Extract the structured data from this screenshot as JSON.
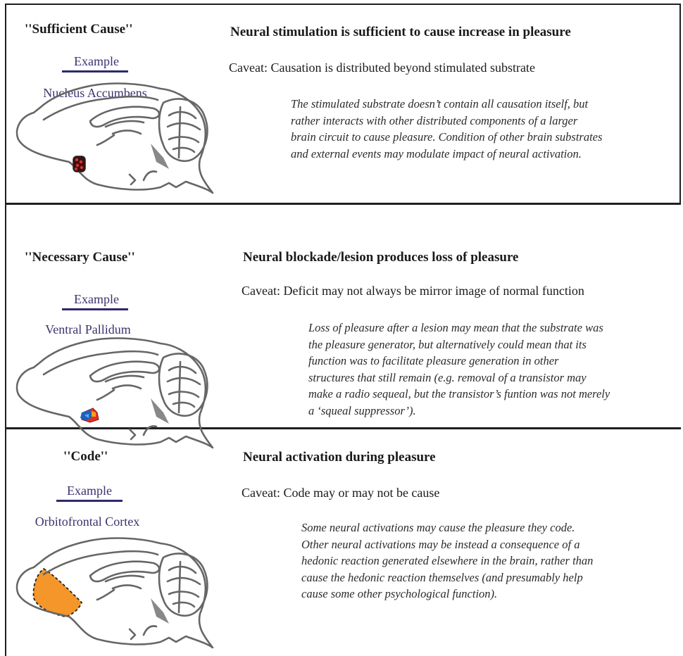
{
  "panels": [
    {
      "label": "''Sufficient Cause''",
      "example_label": "Example",
      "region": "Nucleus Accumbens",
      "heading": "Neural stimulation is sufficient to cause increase in pleasure",
      "caveat": "Caveat: Causation is distributed beyond stimulated substrate",
      "description_lines": [
        "The stimulated substrate doesn’t contain all causation itself, but",
        "rather interacts with other distributed components of a larger",
        "brain circuit to cause pleasure. Condition of other brain substrates",
        "and external events may modulate impact of neural activation."
      ],
      "highlight_color": "#cc2222"
    },
    {
      "label": "''Necessary Cause''",
      "example_label": "Example",
      "region": "Ventral Pallidum",
      "heading": "Neural blockade/lesion produces loss of pleasure",
      "caveat": "Caveat: Deficit may not always be mirror image of normal function",
      "description_lines": [
        "Loss of pleasure after a lesion may mean that the substrate was",
        "the pleasure generator, but alternatively could mean that its",
        "function was to facilitate pleasure generation in other",
        "structures that still remain (e.g. removal of a transistor may",
        "make a radio sequeal, but the transistor’s funtion was not merely",
        "a ‘squeal suppressor’)."
      ],
      "highlight_colors": [
        "#1f5fbf",
        "#e23020",
        "#f2a020"
      ]
    },
    {
      "label": "''Code''",
      "example_label": "Example",
      "region": "Orbitofrontal Cortex",
      "heading": "Neural activation during pleasure",
      "caveat": "Caveat: Code may or may not be cause",
      "description_lines": [
        "Some neural activations may cause the pleasure they code.",
        "Other neural activations may be instead a consequence of a",
        "hedonic reaction generated elsewhere in the brain, rather than",
        "cause the hedonic reaction themselves (and presumably help",
        "cause some other psychological function)."
      ],
      "highlight_color": "#f5962a"
    }
  ],
  "colors": {
    "rule": "#1f1f1f",
    "example_text": "#3a3370",
    "brain_outline": "#666666",
    "brain_fill": "#888888"
  }
}
